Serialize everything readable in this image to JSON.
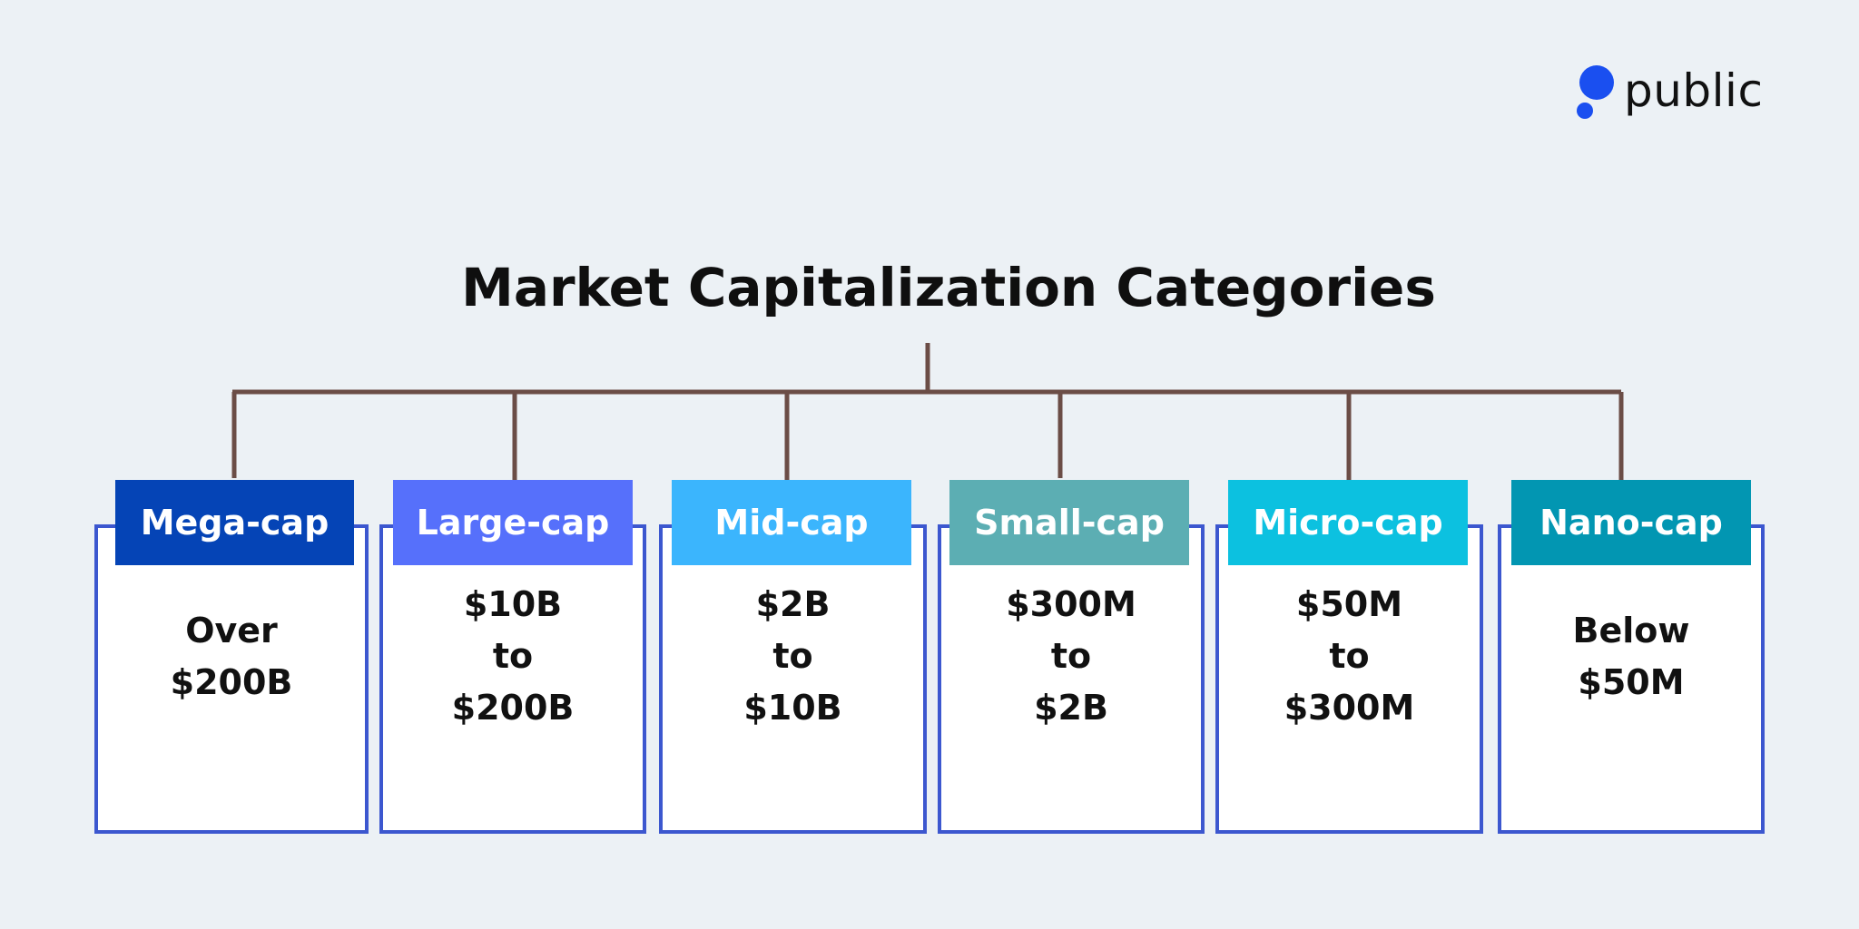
{
  "brand": {
    "logo_name": "public",
    "accent": "#1a4ff0"
  },
  "diagram": {
    "title": "Market Capitalization Categories",
    "connector_color": "#6b4d46",
    "card_border_color": "#3c57cf",
    "categories": [
      {
        "label": "Mega-cap",
        "color": "#0544b6",
        "range": [
          "Over",
          "$200B"
        ]
      },
      {
        "label": "Large-cap",
        "color": "#5670fb",
        "range": [
          "$10B",
          "to",
          "$200B"
        ]
      },
      {
        "label": "Mid-cap",
        "color": "#3bb5fd",
        "range": [
          "$2B",
          "to",
          "$10B"
        ]
      },
      {
        "label": "Small-cap",
        "color": "#5caeb3",
        "range": [
          "$300M",
          "to",
          "$2B"
        ]
      },
      {
        "label": "Micro-cap",
        "color": "#0cc1e0",
        "range": [
          "$50M",
          "to",
          "$300M"
        ]
      },
      {
        "label": "Nano-cap",
        "color": "#0296b2",
        "range": [
          "Below",
          "$50M"
        ]
      }
    ]
  }
}
